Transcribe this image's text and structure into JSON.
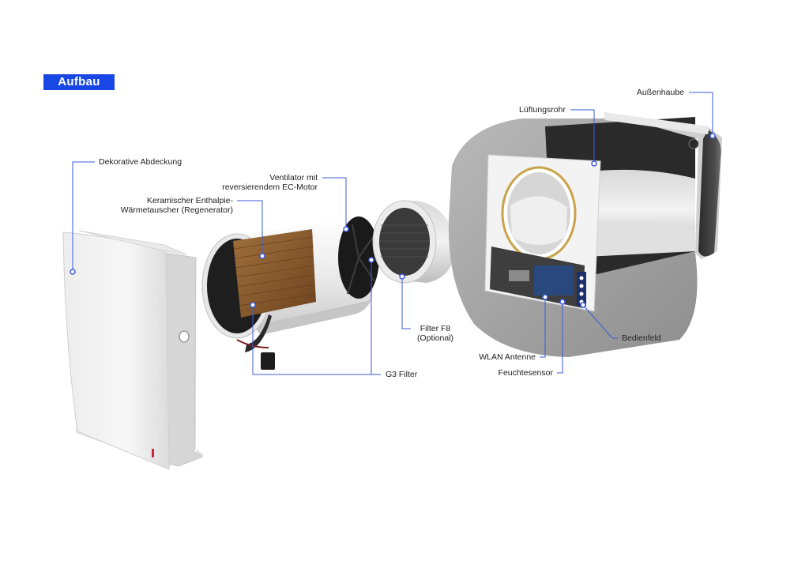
{
  "title": "Aufbau",
  "colors": {
    "accent": "#1847e6",
    "leader": "#3a5bd9",
    "concrete": "#a6a6a6",
    "white_plastic": "#f1f1f1",
    "core_wood": "#8a5a2b"
  },
  "labels": {
    "dekorative_abdeckung": "Dekorative Abdeckung",
    "ventilator_l1": "Ventilator mit",
    "ventilator_l2": "reversierendem EC-Motor",
    "keramischer_l1": "Keramischer Enthalpie-",
    "keramischer_l2": "Wärmetauscher (Regenerator)",
    "filter_f8_l1": "Filter F8",
    "filter_f8_l2": "(Optional)",
    "g3_filter": "G3 Filter",
    "lueftungsrohr": "Lüftungsrohr",
    "aussenhaube": "Außenhaube",
    "bedienfeld": "Bedienfeld",
    "wlan_antenne": "WLAN Antenne",
    "feuchtesensor": "Feuchtesensor"
  }
}
